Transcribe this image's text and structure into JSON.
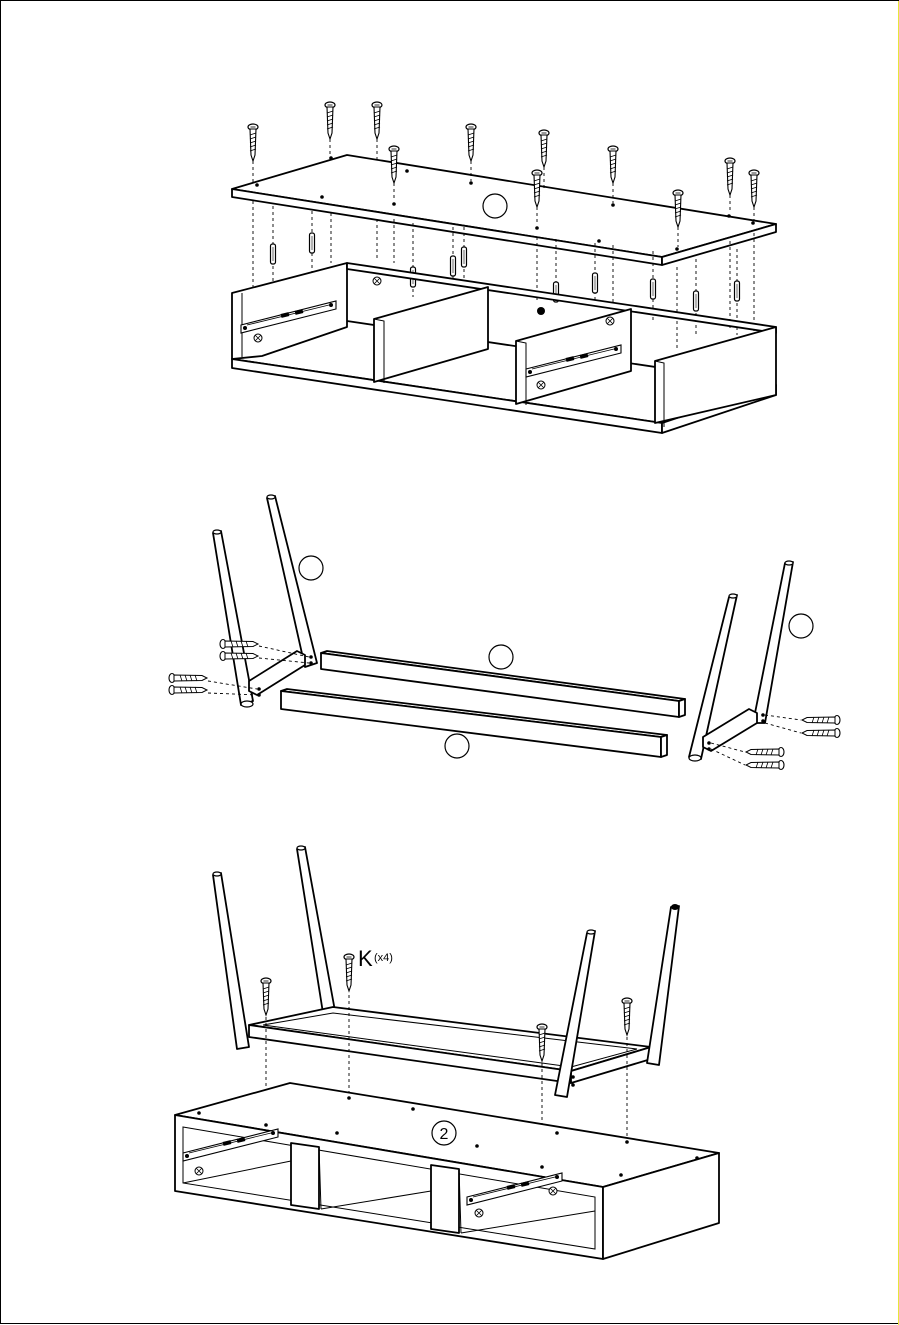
{
  "step1": {
    "callout_number": ""
  },
  "step2": {
    "callouts": [
      "",
      "",
      "",
      ""
    ]
  },
  "step3": {
    "part_letter": "K",
    "part_quantity": "(x4)",
    "callout_number": "2"
  },
  "colors": {
    "line": "#000000",
    "background": "#ffffff",
    "edge_accent": "#e6e63a"
  }
}
